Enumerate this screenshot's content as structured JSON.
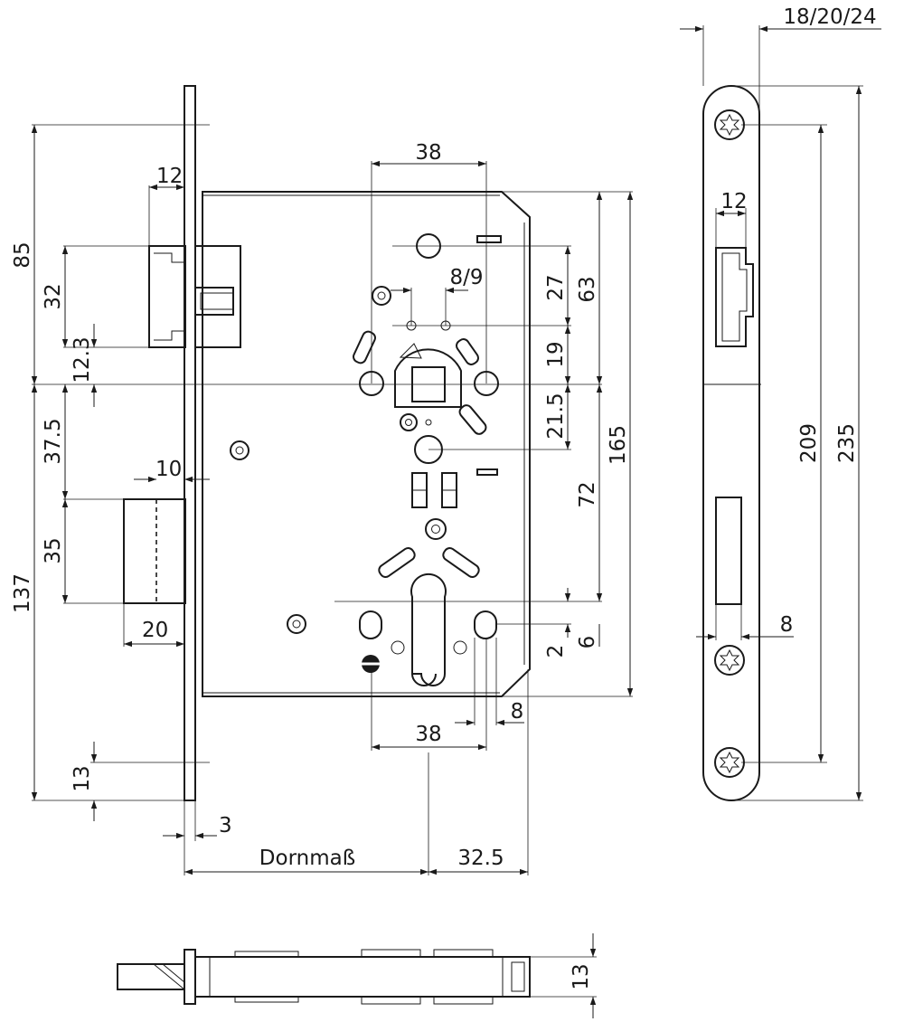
{
  "front_view": {
    "dims": {
      "backset_width": "12",
      "dim_85": "85",
      "dim_32": "32",
      "dim_12_3": "12.3",
      "dim_37_5": "37.5",
      "dim_10": "10",
      "dim_35": "35",
      "dim_137": "137",
      "dim_20": "20",
      "dim_13_left": "13",
      "dim_3": "3",
      "dornmass": "Dornmaß",
      "dim_32_5": "32.5",
      "top_38": "38",
      "spacing_8_9": "8/9",
      "dim_27": "27",
      "dim_63": "63",
      "dim_19": "19",
      "dim_21_5": "21.5",
      "dim_165": "165",
      "dim_72": "72",
      "dim_2": "2",
      "dim_6": "6",
      "bottom_38": "38",
      "dim_8_bottom": "8"
    }
  },
  "strike_plate_view": {
    "dims": {
      "thickness": "18/20/24",
      "width_12": "12",
      "dim_8": "8",
      "dim_209": "209",
      "dim_235": "235"
    }
  },
  "bottom_view": {
    "dims": {
      "dim_13": "13"
    }
  }
}
